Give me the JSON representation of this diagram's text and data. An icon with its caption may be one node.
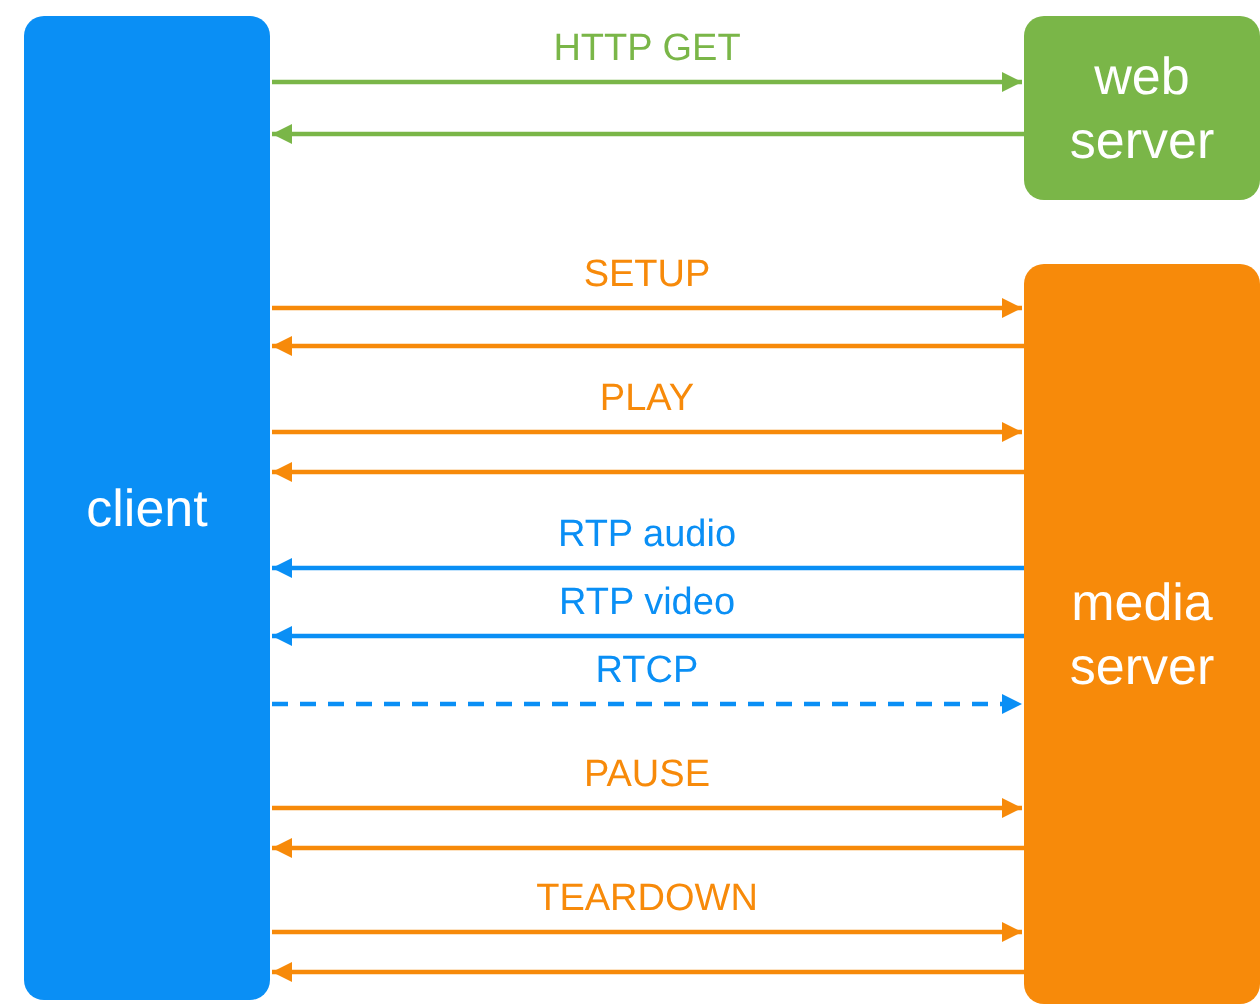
{
  "diagram": {
    "nodes": [
      {
        "text": [
          "client"
        ]
      },
      {
        "text": [
          "web server"
        ]
      },
      {
        "text": [
          "media server"
        ]
      }
    ],
    "edges": [
      {
        "from": 0,
        "to": 1,
        "arrow": "to",
        "label": "HTTP GET",
        "color": "#7ab648"
      },
      {
        "from": 1,
        "to": 0,
        "arrow": "to",
        "color": "#7ab648"
      },
      {
        "from": 0,
        "to": 2,
        "arrow": "to",
        "label": "SETUP"
      },
      {
        "from": 2,
        "to": 0,
        "arrow": "to"
      },
      {
        "from": 0,
        "to": 2,
        "arrow": "to",
        "label": "PLAY"
      },
      {
        "from": 2,
        "to": 0,
        "arrow": "to"
      },
      {
        "from": 2,
        "to": 0,
        "arrow": "to",
        "label": "RTP audio",
        "color": "#0a8ff5"
      },
      {
        "from": 2,
        "to": 0,
        "arrow": "to",
        "label": "RTP video",
        "color": "#0a8ff5"
      },
      {
        "from": 0,
        "to": 2,
        "arrow": "to",
        "label": "RTCP",
        "style": "dashed",
        "color": "#0a8ff5"
      },
      {
        "from": 0,
        "to": 2,
        "arrow": "to",
        "label": "PAUSE"
      },
      {
        "from": 2,
        "to": 0,
        "arrow": "to"
      },
      {
        "from": 0,
        "to": 2,
        "arrow": "to",
        "label": "TEARDOWN"
      },
      {
        "from": 2,
        "to": 0,
        "arrow": "to"
      }
    ]
  }
}
